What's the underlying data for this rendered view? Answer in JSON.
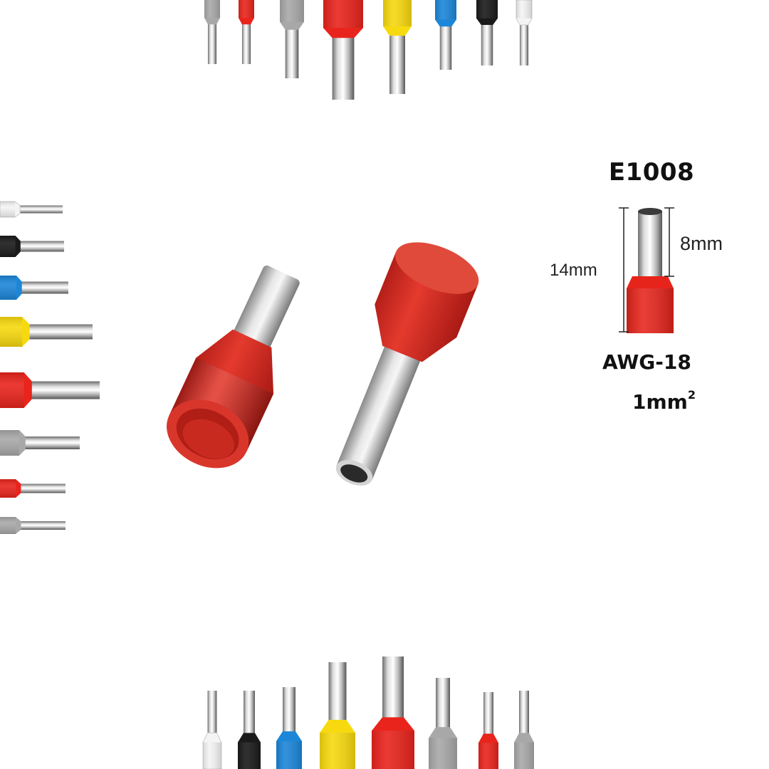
{
  "spec": {
    "model": "E1008",
    "total_length": "14mm",
    "pin_length": "8mm",
    "wire_gauge": "AWG-18",
    "cross_section": "1mm",
    "cross_section_exp": "2"
  },
  "ferrules": {
    "top_row": [
      "#a8a8a8",
      "#e8241c",
      "#a8a8a8",
      "#e8241c",
      "#f7d90f",
      "#1c86d8",
      "#1a1a1a",
      "#f4f4f4"
    ],
    "left_column": [
      "#f4f4f4",
      "#1a1a1a",
      "#1c86d8",
      "#f7d90f",
      "#e8241c",
      "#a8a8a8",
      "#e8241c",
      "#a8a8a8"
    ],
    "bottom_row": [
      "#f4f4f4",
      "#1a1a1a",
      "#1c86d8",
      "#f7d90f",
      "#e8241c",
      "#a8a8a8",
      "#e8241c",
      "#a8a8a8"
    ],
    "main_color": "#d8332a"
  }
}
